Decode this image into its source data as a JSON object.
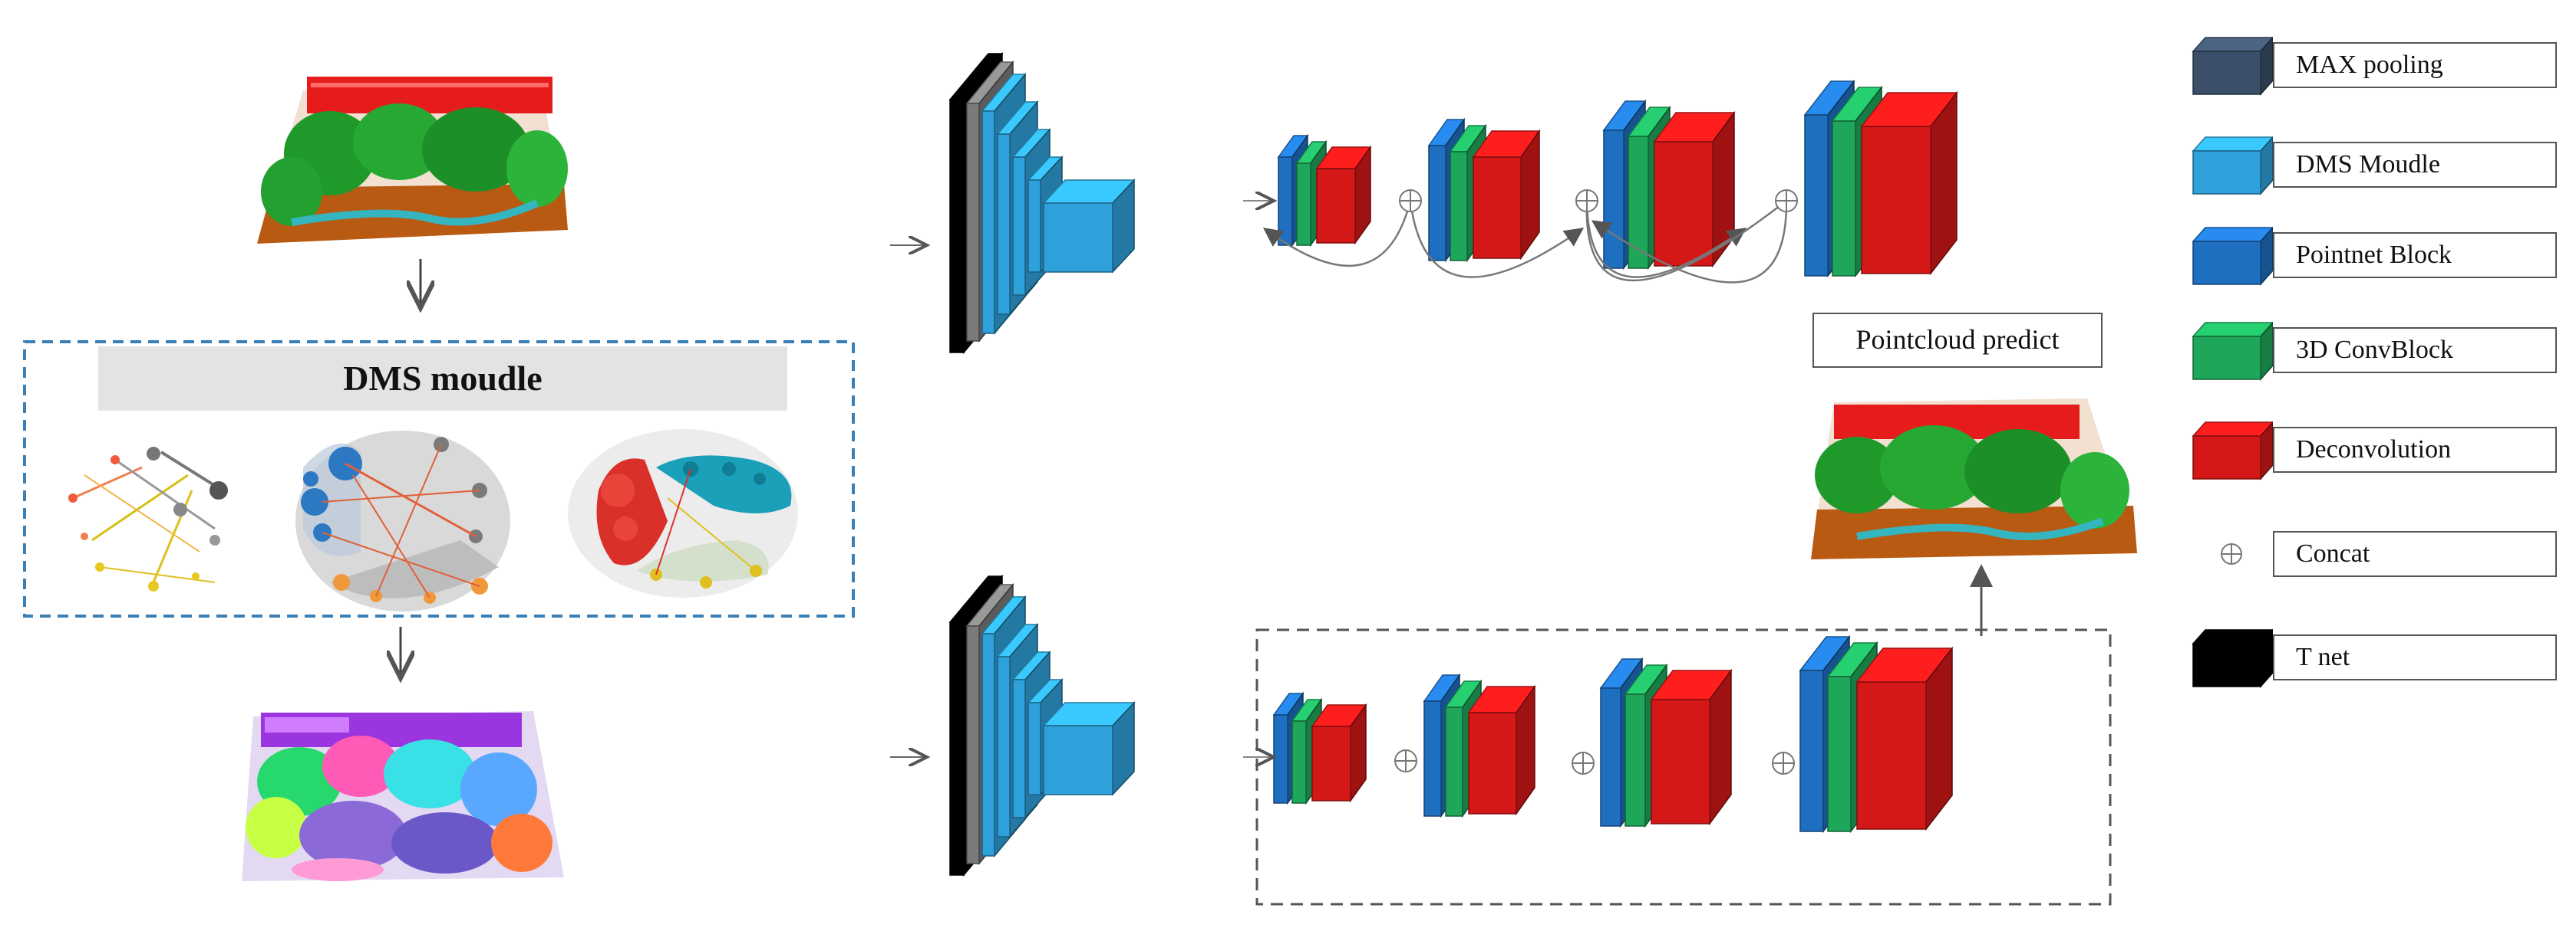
{
  "dms_module": {
    "title": "DMS moudle"
  },
  "prediction": {
    "label": "Pointcloud predict"
  },
  "legend": {
    "items": [
      {
        "key": "max-pooling",
        "label": "MAX pooling",
        "color": "#3b5068"
      },
      {
        "key": "dms-module",
        "label": "DMS Moudle",
        "color": "#2ea1db"
      },
      {
        "key": "pointnet-block",
        "label": "Pointnet Block",
        "color": "#1f6fc0"
      },
      {
        "key": "conv3d-block",
        "label": "3D ConvBlock",
        "color": "#1ea65a"
      },
      {
        "key": "deconvolution",
        "label": "Deconvolution",
        "color": "#d41818"
      },
      {
        "key": "concat",
        "label": "Concat",
        "symbol": "⊕"
      },
      {
        "key": "t-net",
        "label": "T net",
        "color": "#000000"
      }
    ]
  },
  "colors": {
    "tnet": "#000000",
    "maxpool": "#7a7a7a",
    "dms": "#2ea1db",
    "pointnet": "#1f6fc0",
    "conv3d": "#1ea65a",
    "deconv": "#d41818",
    "arrow": "#666666",
    "dashed_blue": "#3a7fb5",
    "dashed_gray": "#555555"
  }
}
